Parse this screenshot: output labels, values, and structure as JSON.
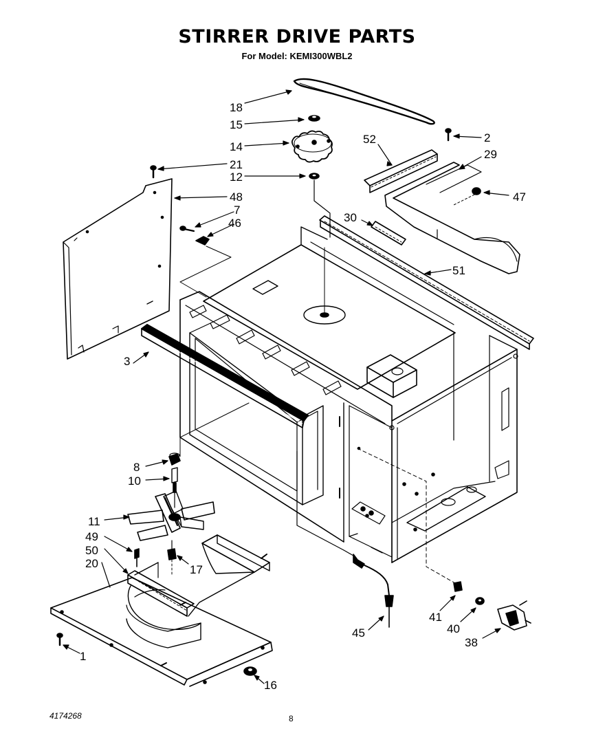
{
  "title": "STIRRER DRIVE PARTS",
  "subtitle": "For Model: KEMI300WBL2",
  "document_number": "4174268",
  "page_number": "8",
  "callouts": {
    "c1": "1",
    "c2": "2",
    "c3": "3",
    "c7": "7",
    "c8": "8",
    "c10": "10",
    "c11": "11",
    "c12": "12",
    "c14": "14",
    "c15": "15",
    "c16": "16",
    "c17": "17",
    "c18": "18",
    "c20": "20",
    "c21": "21",
    "c29": "29",
    "c30": "30",
    "c38": "38",
    "c40": "40",
    "c41": "41",
    "c45": "45",
    "c46": "46",
    "c47": "47",
    "c48": "48",
    "c49": "49",
    "c50": "50",
    "c51": "51",
    "c52": "52"
  }
}
